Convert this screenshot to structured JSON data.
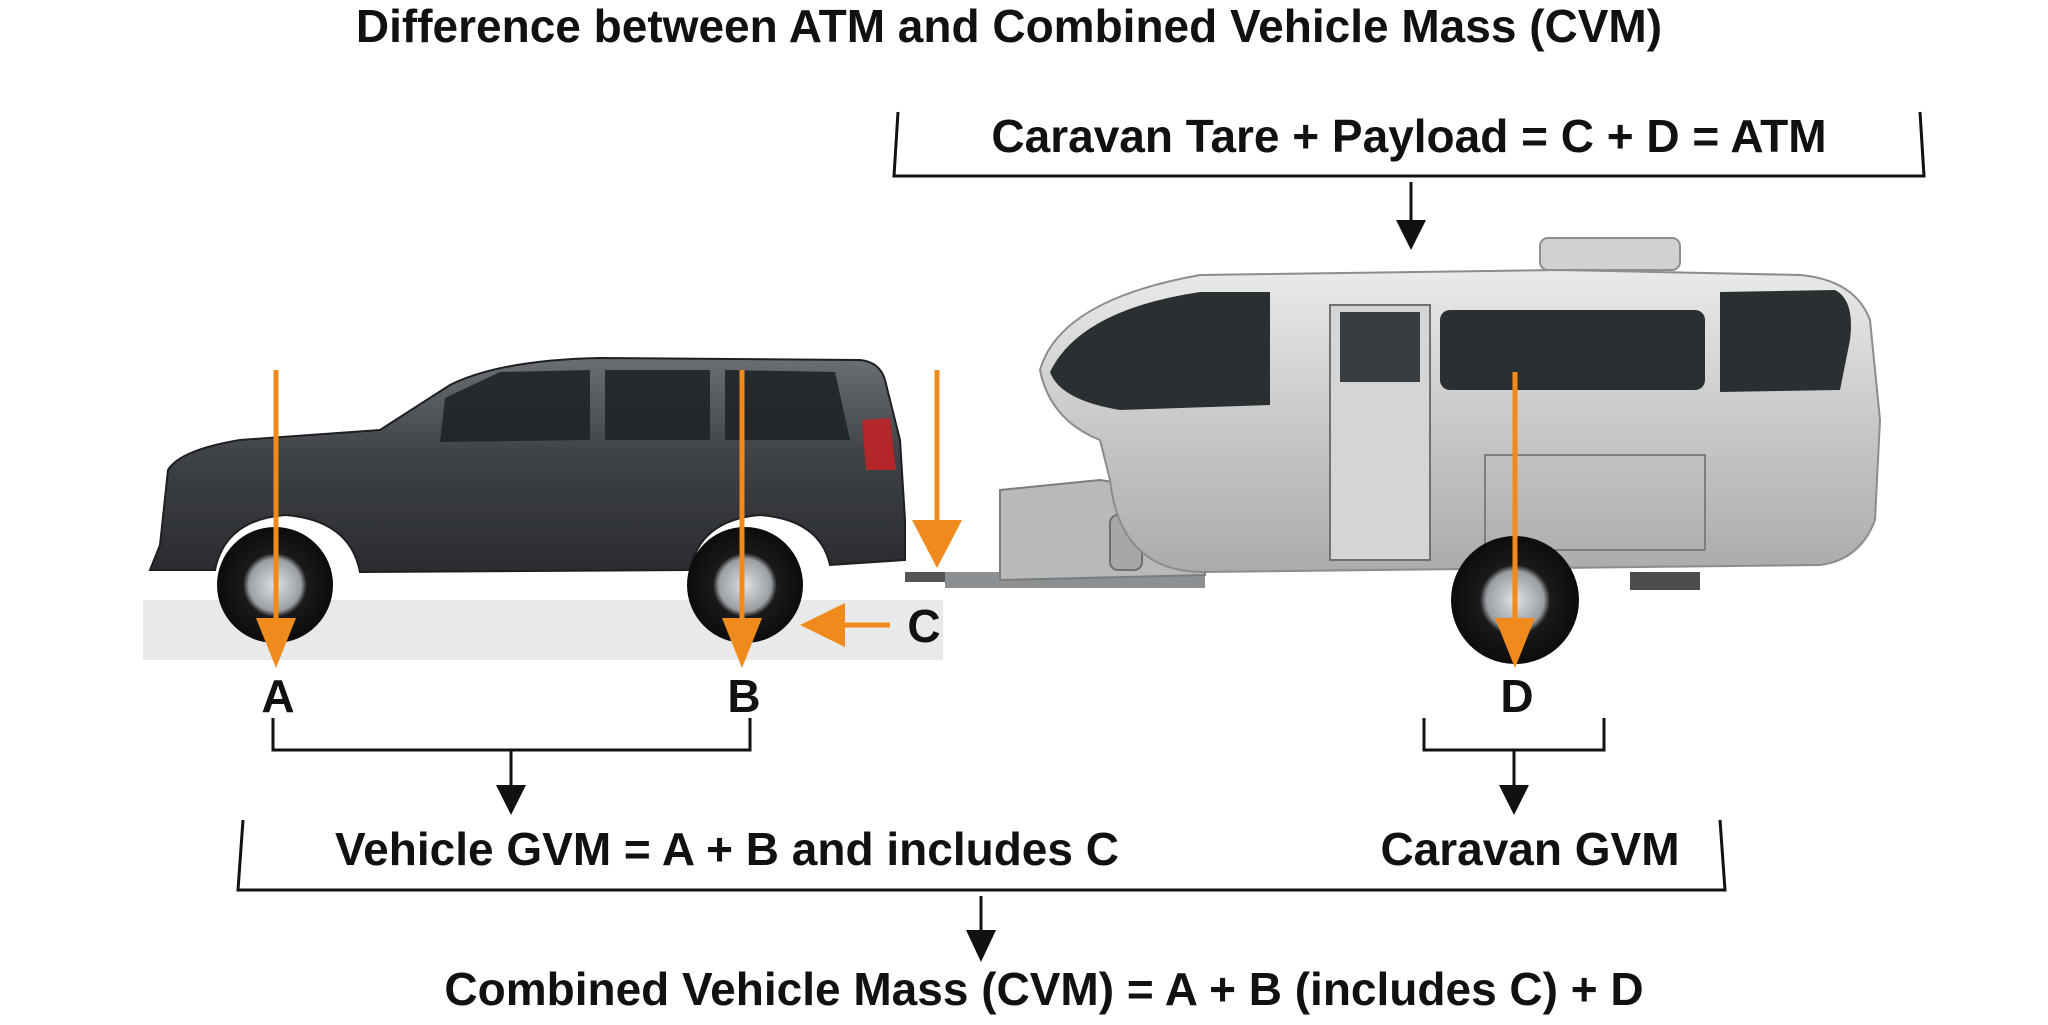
{
  "title": "Difference between ATM and Combined Vehicle Mass (CVM)",
  "atm_box": "Caravan Tare + Payload = C + D = ATM",
  "points": {
    "a": "A",
    "b": "B",
    "c": "C",
    "d": "D"
  },
  "vehicle_gvm": "Vehicle GVM = A + B and includes C",
  "caravan_gvm": "Caravan GVM",
  "cvm": "Combined Vehicle Mass (CVM) = A + B (includes C) + D",
  "colors": {
    "arrow": "#f08a1c",
    "text": "#111111",
    "car_body": "#4a4d51",
    "caravan_body": "#c9cbcc"
  }
}
